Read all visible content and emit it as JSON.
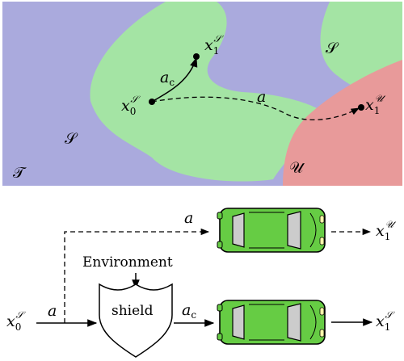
{
  "top_panel": {
    "region_T": {
      "letter": "𝒯"
    },
    "region_S_left": {
      "letter": "𝒮"
    },
    "region_S_right": {
      "letter": "𝒮"
    },
    "region_U": {
      "letter": "𝒰"
    },
    "x0": {
      "base": "x",
      "sub": "0",
      "sup": "𝒮"
    },
    "x1_safe": {
      "base": "x",
      "sub": "1",
      "sup": "𝒮"
    },
    "x1_unsafe": {
      "base": "x",
      "sub": "1",
      "sup": "𝒰"
    },
    "action_ac": {
      "base": "a",
      "sub": "c"
    },
    "action_a": {
      "base": "a"
    },
    "colors": {
      "T": "#aaaadd",
      "S": "#a4e4a4",
      "U": "#e89a9a"
    }
  },
  "bottom_panel": {
    "environment_label": "Environment",
    "shield_label": "shield",
    "input_state": {
      "base": "x",
      "sub": "0",
      "sup": "𝒮"
    },
    "input_action": {
      "base": "a"
    },
    "bypass_action": {
      "base": "a"
    },
    "corrected_action": {
      "base": "a",
      "sub": "c"
    },
    "unsafe_output": {
      "base": "x",
      "sub": "1",
      "sup": "𝒰"
    },
    "safe_output": {
      "base": "x",
      "sub": "1",
      "sup": "𝒮"
    },
    "car_icon": "car-top-view-icon",
    "shield_icon": "shield-icon",
    "colors": {
      "car_body": "#66cc44",
      "car_window": "#cccccc"
    }
  }
}
